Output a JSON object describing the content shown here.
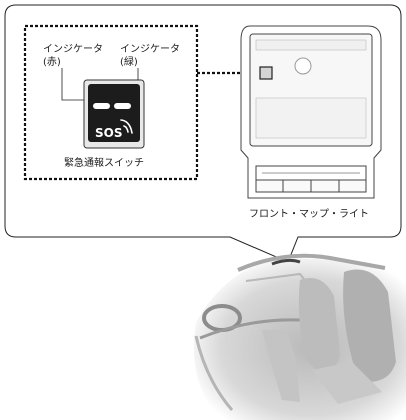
{
  "labels": {
    "indicator_left_line1": "インジケータ",
    "indicator_left_line2": "(赤)",
    "indicator_right_line1": "インジケータ",
    "indicator_right_line2": "(緑)",
    "sos_button_text": "SOS",
    "switch_caption": "緊急通報スイッチ",
    "map_light_caption": "フロント・マップ・ライト"
  },
  "icons": {
    "sos_switch": "phone-icon",
    "indicator": "indicator-lamp-icon"
  },
  "colors": {
    "outline": "#222222",
    "switch_body": "#1c1c1c",
    "panel_fill": "#ffffff",
    "car_shade": "#d0d0d0"
  }
}
